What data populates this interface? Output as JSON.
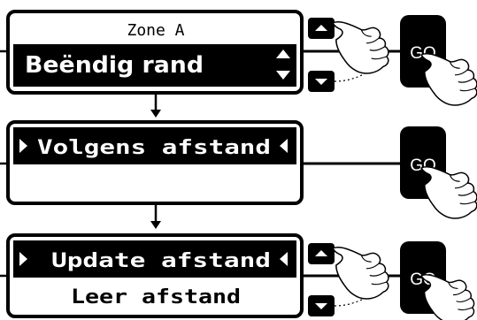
{
  "screen1": {
    "header": "Zone A",
    "selected": "Beëndig rand"
  },
  "screen2": {
    "selected": "Volgens afstand"
  },
  "screen3": {
    "selected": "Update afstand",
    "next": "Leer afstand"
  },
  "go_button": {
    "label": "GO"
  },
  "icons": {
    "hand": "pointing-hand-icon",
    "arrow_up": "arrow-up-icon",
    "arrow_down": "arrow-down-icon",
    "scroll": "up-down-scroll-icon",
    "selector_left": "selector-right-triangle-icon",
    "selector_right": "selector-left-triangle-icon"
  },
  "colors": {
    "ink": "#000000",
    "paper": "#ffffff"
  }
}
